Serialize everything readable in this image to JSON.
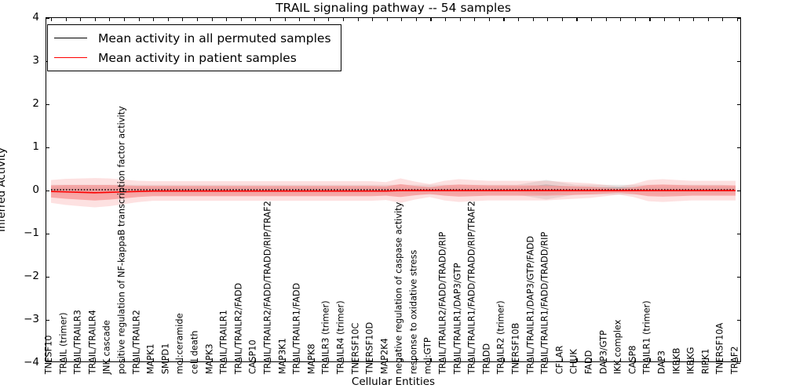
{
  "chart_data": {
    "type": "line",
    "title": "TRAIL signaling pathway -- 54 samples",
    "xlabel": "Cellular Entities",
    "ylabel": "Inferred Activity",
    "ylim": [
      -4,
      4
    ],
    "yticks": [
      "4",
      "3",
      "2",
      "1",
      "0",
      "-1",
      "-2",
      "-3",
      "-4"
    ],
    "ytick_values": [
      4,
      3,
      2,
      1,
      0,
      -1,
      -2,
      -3,
      -4
    ],
    "grid": false,
    "legend_position": "upper left",
    "legend": [
      {
        "label": "Mean activity in all permuted samples",
        "color": "#000000"
      },
      {
        "label": "Mean activity in patient samples",
        "color": "#ff0000"
      }
    ],
    "categories": [
      "TNFSF10",
      "TRAIL (trimer)",
      "TRAIL/TRAILR3",
      "TRAIL/TRAILR4",
      "JNK cascade",
      "positive regulation of NF-kappaB transcription factor activity",
      "TRAIL/TRAILR2",
      "MAPK1",
      "SMPD1",
      "mol:ceramide",
      "cell death",
      "MAPK3",
      "TRAIL/TRAILR1",
      "TRAIL/TRAILR2/FADD",
      "CASP10",
      "TRAIL/TRAILR2/FADD/TRADD/RIP/TRAF2",
      "MAP3K1",
      "TRAIL/TRAILR1/FADD",
      "MAPK8",
      "TRAILR3 (trimer)",
      "TRAILR4 (trimer)",
      "TNFRSF10C",
      "TNFRSF10D",
      "MAP2K4",
      "negative regulation of caspase activity",
      "response to oxidative stress",
      "mol:GTP",
      "TRAIL/TRAILR2/FADD/TRADD/RIP",
      "TRAIL/TRAILR1/DAP3/GTP",
      "TRAIL/TRAILR1/FADD/TRADD/RIP/TRAF2",
      "TRADD",
      "TRAILR2 (trimer)",
      "TNFRSF10B",
      "TRAIL/TRAILR1/DAP3/GTP/FADD",
      "TRAIL/TRAILR1/FADD/TRADD/RIP",
      "CFLAR",
      "CHUK",
      "FADD",
      "DAP3/GTP",
      "IKK complex",
      "CASP8",
      "TRAILR1 (trimer)",
      "DAP3",
      "IKBKB",
      "IKBKG",
      "RIPK1",
      "TNFRSF10A",
      "TRAF2"
    ],
    "series": [
      {
        "name": "Mean activity in all permuted samples",
        "color": "#000000",
        "style": "dotted",
        "values": [
          0.0,
          0.0,
          0.0,
          0.0,
          0.0,
          0.0,
          0.0,
          0.0,
          0.0,
          0.0,
          0.0,
          0.0,
          0.0,
          0.0,
          0.0,
          0.0,
          0.0,
          0.0,
          0.0,
          0.0,
          0.0,
          0.0,
          0.0,
          0.0,
          0.0,
          0.0,
          0.0,
          0.0,
          0.0,
          0.0,
          0.0,
          0.0,
          0.0,
          0.0,
          0.0,
          0.0,
          0.0,
          0.0,
          0.0,
          0.0,
          0.0,
          0.0,
          0.0,
          0.0,
          0.0,
          0.0,
          0.0,
          0.0
        ],
        "band_half_width": [
          0.06,
          0.06,
          0.06,
          0.06,
          0.06,
          0.06,
          0.06,
          0.06,
          0.06,
          0.06,
          0.06,
          0.06,
          0.06,
          0.06,
          0.06,
          0.06,
          0.06,
          0.06,
          0.06,
          0.06,
          0.06,
          0.06,
          0.06,
          0.06,
          0.06,
          0.06,
          0.06,
          0.06,
          0.06,
          0.06,
          0.06,
          0.06,
          0.06,
          0.09,
          0.12,
          0.09,
          0.06,
          0.06,
          0.06,
          0.06,
          0.06,
          0.06,
          0.06,
          0.06,
          0.06,
          0.06,
          0.06,
          0.05
        ],
        "band_color": "#b0b0b0"
      },
      {
        "name": "Mean activity in patient samples",
        "color": "#ff0000",
        "style": "solid",
        "values": [
          -0.04,
          -0.05,
          -0.06,
          -0.07,
          -0.06,
          -0.05,
          -0.04,
          -0.03,
          -0.03,
          -0.03,
          -0.03,
          -0.03,
          -0.03,
          -0.03,
          -0.03,
          -0.03,
          -0.03,
          -0.03,
          -0.03,
          -0.03,
          -0.03,
          -0.03,
          -0.03,
          -0.03,
          -0.02,
          -0.02,
          -0.02,
          -0.02,
          -0.02,
          -0.02,
          -0.02,
          -0.02,
          -0.02,
          -0.02,
          -0.02,
          -0.02,
          -0.02,
          -0.02,
          -0.02,
          -0.02,
          -0.02,
          -0.02,
          -0.02,
          -0.02,
          -0.02,
          -0.02,
          -0.02,
          -0.02
        ],
        "band_half_width": [
          0.14,
          0.16,
          0.17,
          0.18,
          0.17,
          0.15,
          0.13,
          0.12,
          0.12,
          0.12,
          0.12,
          0.12,
          0.12,
          0.12,
          0.12,
          0.12,
          0.12,
          0.12,
          0.12,
          0.12,
          0.12,
          0.12,
          0.12,
          0.11,
          0.15,
          0.11,
          0.08,
          0.12,
          0.14,
          0.13,
          0.12,
          0.12,
          0.12,
          0.12,
          0.12,
          0.11,
          0.1,
          0.09,
          0.07,
          0.05,
          0.08,
          0.13,
          0.14,
          0.13,
          0.12,
          0.12,
          0.12,
          0.12
        ],
        "band_color": "#f79a9a"
      }
    ]
  }
}
